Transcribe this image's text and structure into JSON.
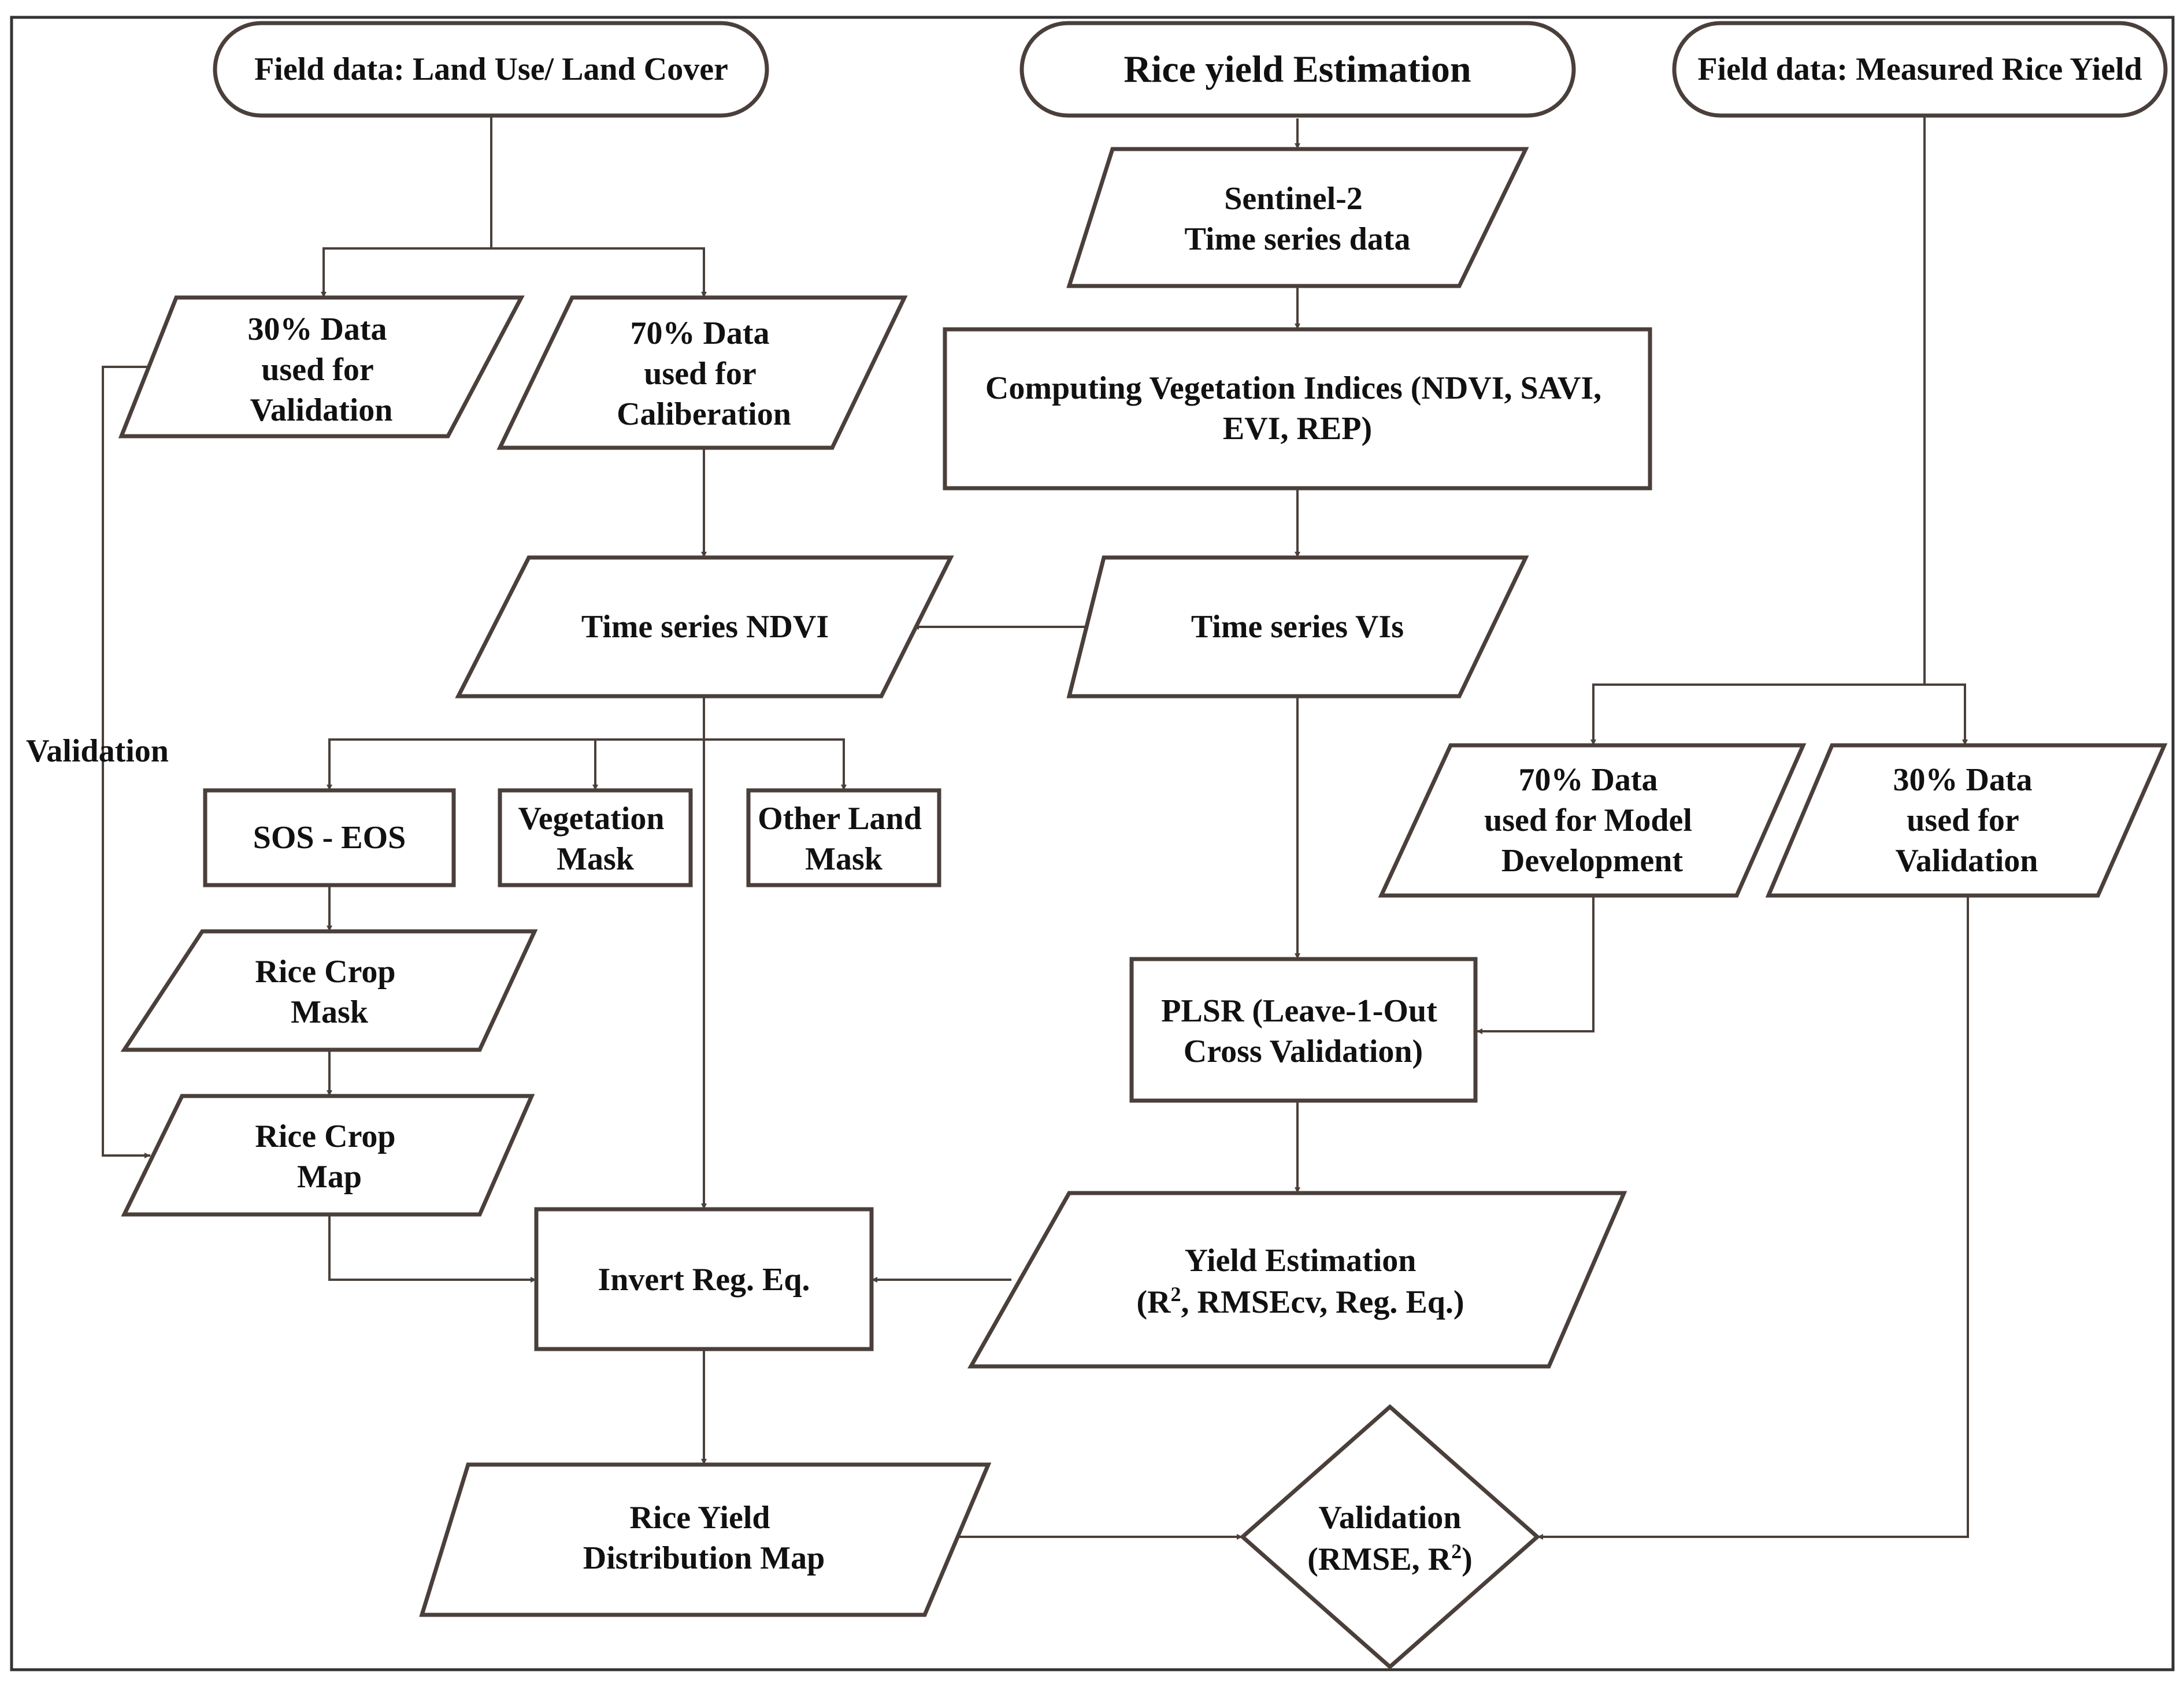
{
  "colors": {
    "stroke": "#4a3f3a",
    "text": "#111111",
    "background": "#ffffff"
  },
  "nodes": {
    "field_lulc": "Field data: Land Use/ Land Cover",
    "rice_yield_estimation": "Rice yield Estimation",
    "field_measured_yield": "Field data: Measured Rice Yield",
    "sentinel2": [
      "Sentinel-2",
      "Time series data"
    ],
    "lulc_30": [
      "30%  Data",
      "used for",
      "Validation"
    ],
    "lulc_70": [
      "70% Data",
      "used for",
      "Caliberation"
    ],
    "computing_vi": [
      "Computing Vegetation Indices (NDVI, SAVI,",
      "EVI, REP)"
    ],
    "ts_ndvi": "Time series NDVI",
    "ts_vis": "Time series VIs",
    "validation_side_label": "Validation",
    "sos_eos": "SOS - EOS",
    "veg_mask": [
      "Vegetation",
      "Mask"
    ],
    "other_land_mask": [
      "Other Land",
      "Mask"
    ],
    "yield_70": [
      "70%  Data",
      "used for Model",
      "Development"
    ],
    "yield_30": [
      "30% Data",
      "used for",
      "Validation"
    ],
    "rice_crop_mask": [
      "Rice Crop",
      "Mask"
    ],
    "plsr": [
      "PLSR (Leave-1-Out",
      "Cross Validation)"
    ],
    "rice_crop_map": [
      "Rice Crop",
      "Map"
    ],
    "invert_reg_eq": "Invert Reg. Eq.",
    "yield_estimation": {
      "line1": "Yield Estimation",
      "line2_prefix": "(R",
      "line2_sup": "2",
      "line2_suffix": ", RMSEcv, Reg. Eq.)"
    },
    "rice_yield_map": [
      "Rice Yield",
      "Distribution Map"
    ],
    "validation_final": {
      "line1": "Validation",
      "line2_prefix": "(RMSE, R",
      "line2_sup": "2",
      "line2_suffix": ")"
    }
  }
}
